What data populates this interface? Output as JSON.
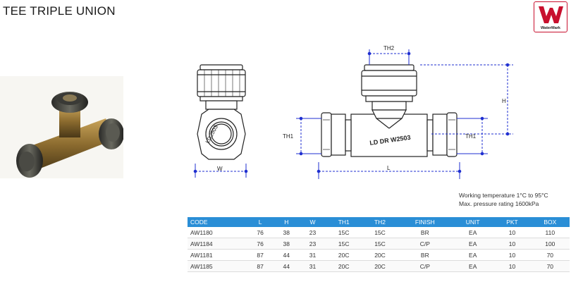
{
  "product": {
    "title": "TEE TRIPLE UNION"
  },
  "logo": {
    "text": "WaterMark"
  },
  "drawing_labels": {
    "side_width": "W",
    "th2": "TH2",
    "h": "H",
    "th1_left": "TH1",
    "th1_right": "TH1",
    "length": "L",
    "side_marking": "LD2503",
    "front_marking": "LD DR W2503"
  },
  "notes": [
    "Working temperature 1°C to 95°C",
    "Max. pressure rating 1600kPa"
  ],
  "table": {
    "headers": [
      "CODE",
      "L",
      "H",
      "W",
      "TH1",
      "TH2",
      "FINISH",
      "UNIT",
      "PKT",
      "BOX"
    ],
    "rows": [
      [
        "AW1180",
        "76",
        "38",
        "23",
        "15C",
        "15C",
        "BR",
        "EA",
        "10",
        "110"
      ],
      [
        "AW1184",
        "76",
        "38",
        "23",
        "15C",
        "15C",
        "C/P",
        "EA",
        "10",
        "100"
      ],
      [
        "AW1181",
        "87",
        "44",
        "31",
        "20C",
        "20C",
        "BR",
        "EA",
        "10",
        "70"
      ],
      [
        "AW1185",
        "87",
        "44",
        "31",
        "20C",
        "20C",
        "C/P",
        "EA",
        "10",
        "70"
      ]
    ]
  },
  "colors": {
    "header_bg": "#2a8ed6",
    "dimension_blue": "#1f2fd0",
    "logo_red": "#c8102e"
  }
}
